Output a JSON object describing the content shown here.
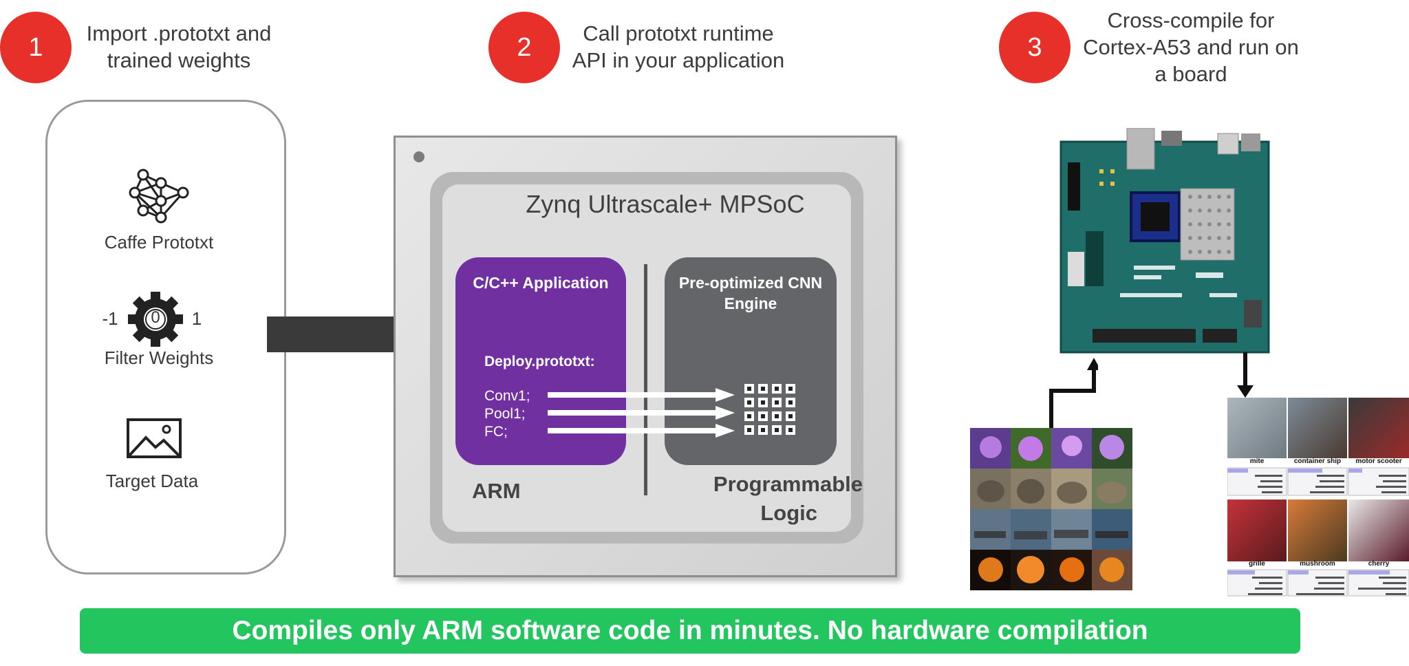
{
  "steps": [
    {
      "number": "1",
      "text_line1": "Import .prototxt and",
      "text_line2": "trained weights",
      "text_line3": ""
    },
    {
      "number": "2",
      "text_line1": "Call prototxt runtime",
      "text_line2": "API in your application",
      "text_line3": ""
    },
    {
      "number": "3",
      "text_line1": "Cross-compile for",
      "text_line2": "Cortex-A53 and run on",
      "text_line3": "a board"
    }
  ],
  "inputs": {
    "caffe_label": "Caffe Prototxt",
    "filter_label": "Filter Weights",
    "filter_min": "-1",
    "filter_center": "0",
    "filter_max": "1",
    "target_label": "Target Data"
  },
  "chip": {
    "title": "Zynq Ultrascale+ MPSoC",
    "arm_box_title": "C/C++ Application",
    "deploy_label": "Deploy.prototxt:",
    "layers": [
      "Conv1;",
      "Pool1;",
      "FC;"
    ],
    "pl_box_title_line1": "Pre-optimized CNN",
    "pl_box_title_line2": "Engine",
    "arm_label": "ARM",
    "pl_label_line1": "Programmable",
    "pl_label_line2": "Logic"
  },
  "results": {
    "row1": [
      "mite",
      "container ship",
      "motor scooter"
    ],
    "row2": [
      "grille",
      "mushroom",
      "cherry"
    ]
  },
  "banner": "Compiles only ARM software code in minutes. No hardware compilation",
  "colors": {
    "step_red": "#e8302a",
    "arm_purple": "#7030a0",
    "pl_gray": "#636569",
    "banner_green": "#22c55e",
    "board_teal": "#1f6e6a"
  },
  "icons": {
    "caffe": "neural-network-icon",
    "filter": "gear-icon",
    "target": "image-icon"
  }
}
